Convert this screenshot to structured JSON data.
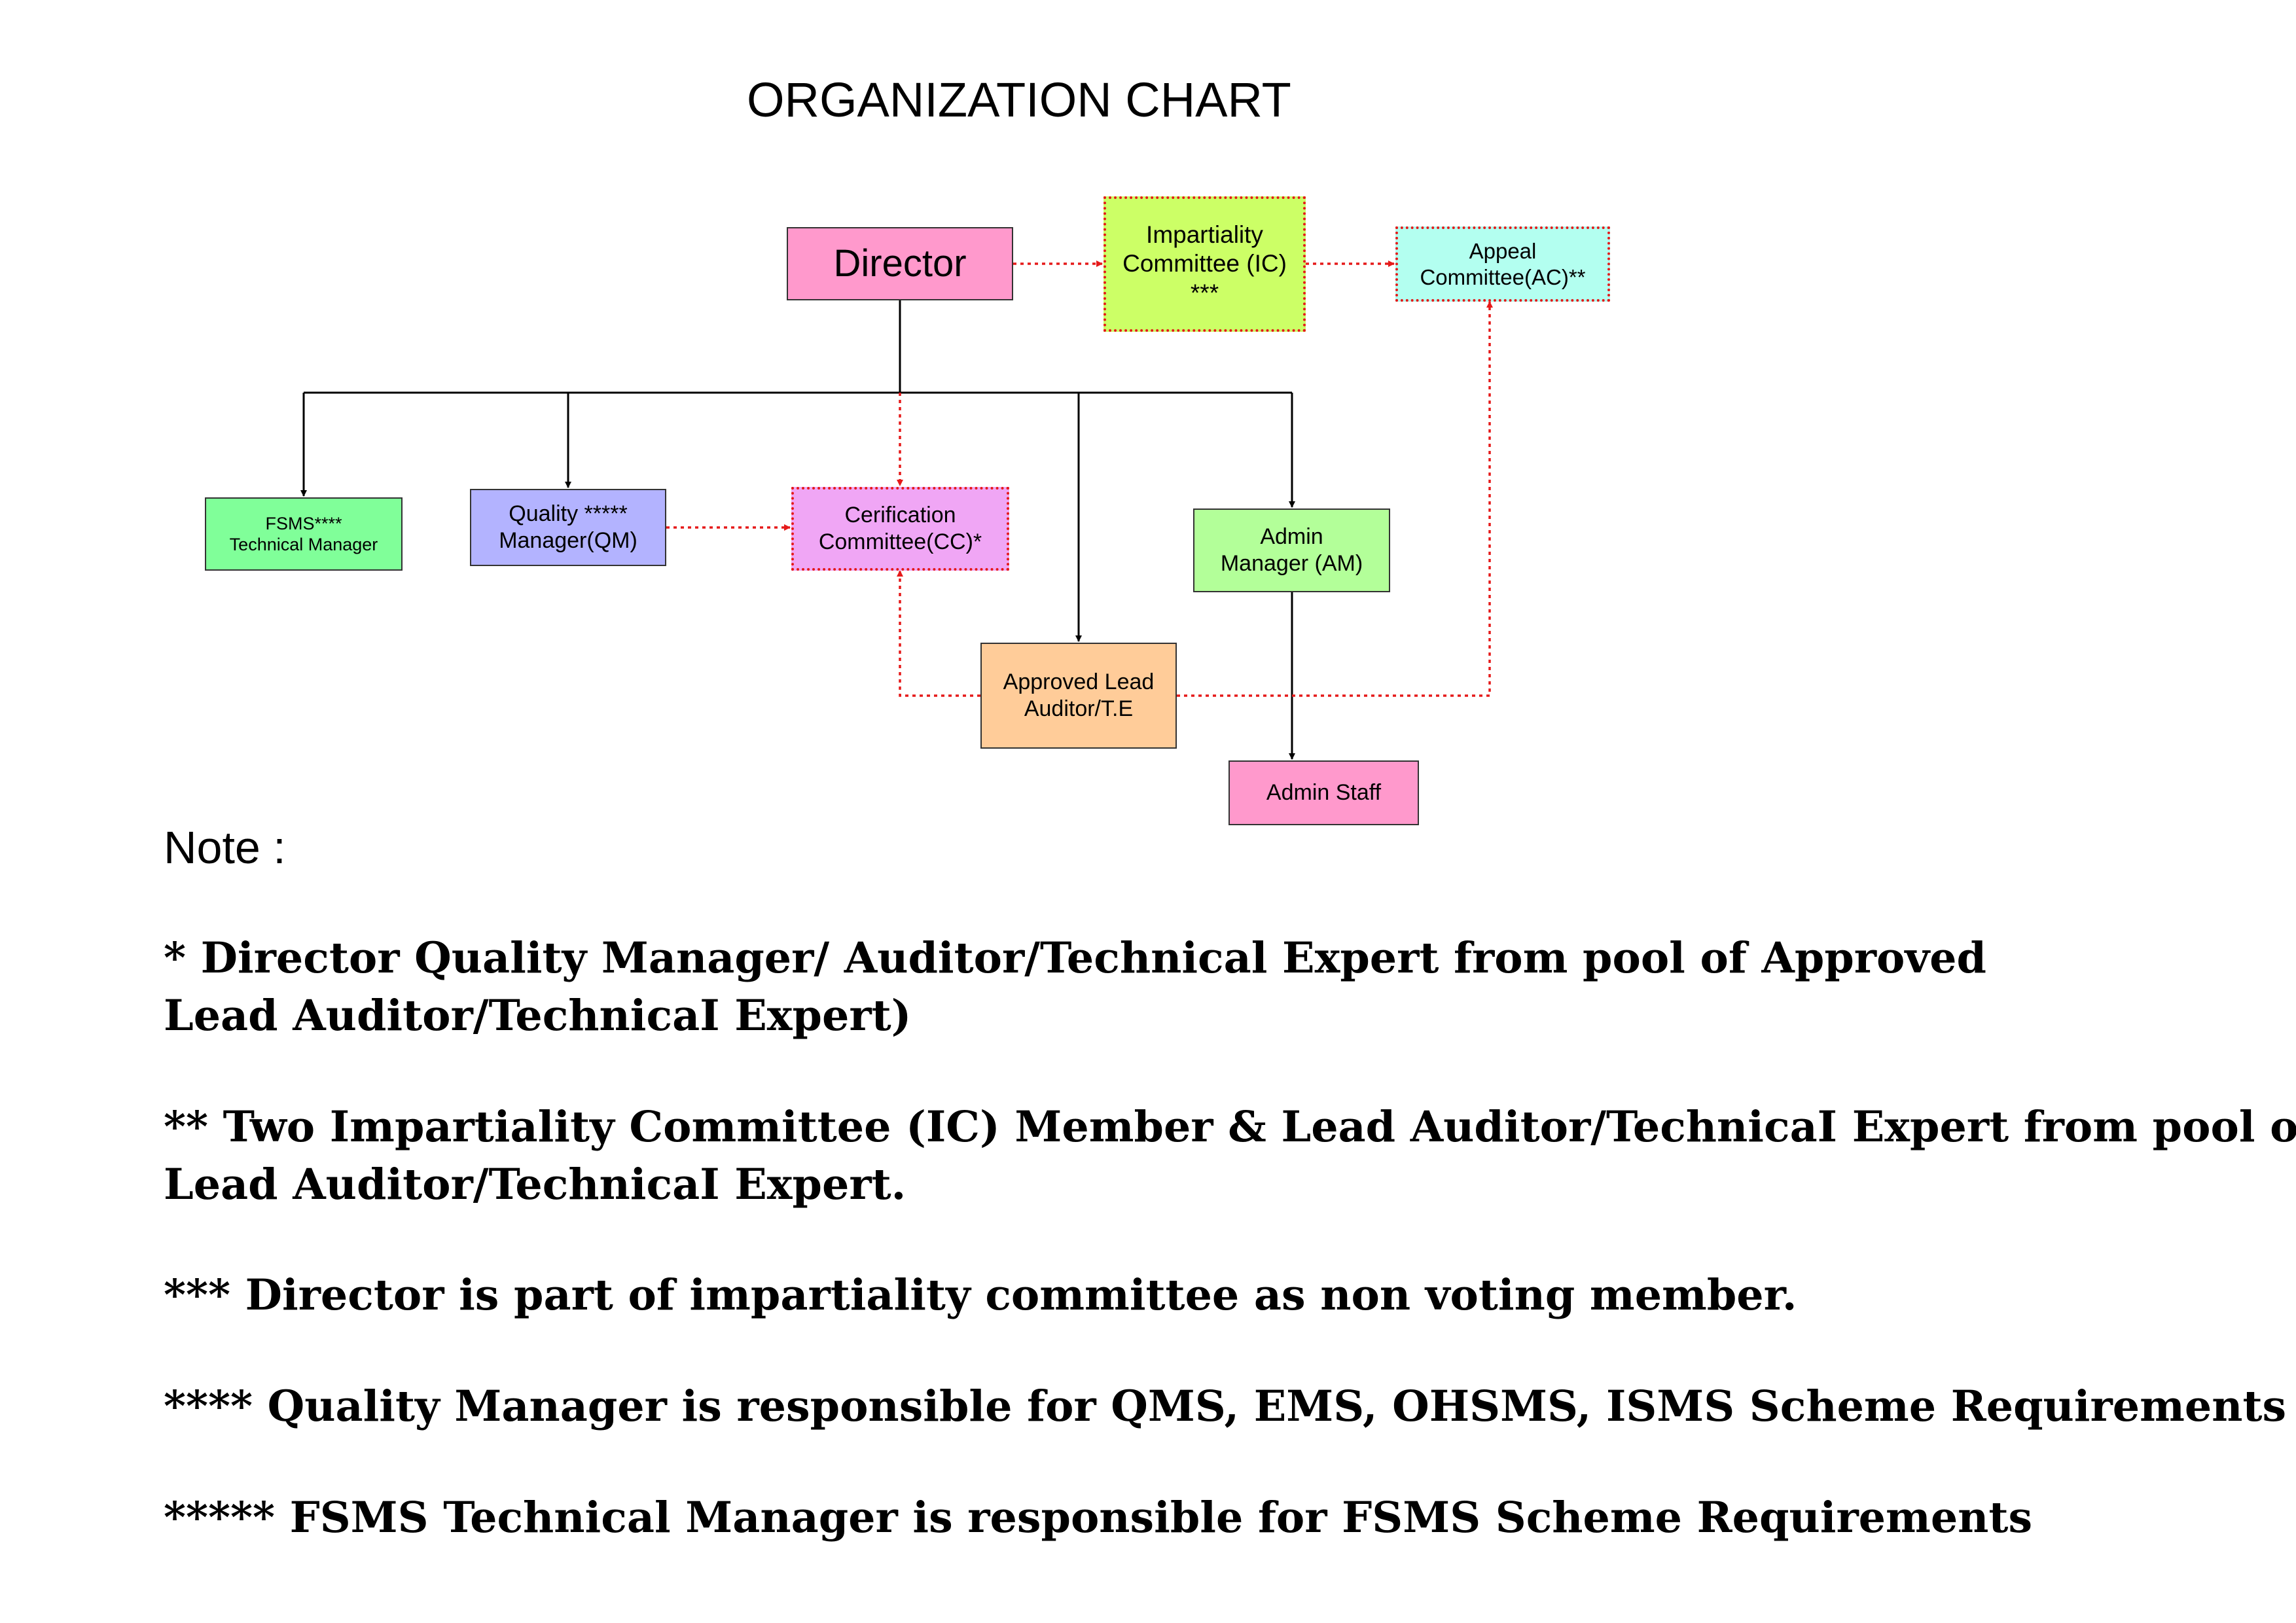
{
  "title": "ORGANIZATION CHART",
  "colors": {
    "director": "#ff99cc",
    "impartiality_committee": "#ccff66",
    "appeal_committee": "#b3fff0",
    "fsms_manager": "#80ff99",
    "quality_manager": "#b3b3ff",
    "certification_committee": "#f0a6f5",
    "admin_manager": "#b3ff99",
    "lead_auditor": "#ffcc99",
    "admin_staff": "#ff99cc",
    "dotted_line": "#e51a1a",
    "solid_line": "#000000"
  },
  "nodes": {
    "director": {
      "lines": [
        "Director"
      ]
    },
    "impartiality_committee": {
      "lines": [
        "Impartiality",
        "Committee (IC)",
        "***"
      ]
    },
    "appeal_committee": {
      "lines": [
        "Appeal",
        "Committee(AC)**"
      ]
    },
    "fsms_manager": {
      "lines": [
        "FSMS****",
        "Technical Manager"
      ]
    },
    "quality_manager": {
      "lines": [
        "Quality *****",
        "Manager(QM)"
      ]
    },
    "certification_committee": {
      "lines": [
        "Cerification",
        "Committee(CC)*"
      ]
    },
    "admin_manager": {
      "lines": [
        "Admin",
        "Manager (AM)"
      ]
    },
    "lead_auditor": {
      "lines": [
        "Approved Lead",
        "Auditor/T.E"
      ]
    },
    "admin_staff": {
      "lines": [
        "Admin Staff"
      ]
    }
  },
  "note_heading": "Note :",
  "notes": [
    {
      "lines": [
        "* Director Quality Manager/ Auditor/Technical Expert from pool of Approved",
        "Lead Auditor/TechnicaI Expert)"
      ]
    },
    {
      "lines": [
        "** Two Impartiality Committee (IC) Member & Lead Auditor/TechnicaI Expert from pool of",
        "Lead Auditor/TechnicaI Expert."
      ]
    },
    {
      "lines": [
        "*** Director is part of impartiality committee as non voting member."
      ]
    },
    {
      "lines": [
        "**** Quality Manager is responsible for QMS, EMS, OHSMS, ISMS Scheme Requirements"
      ]
    },
    {
      "lines": [
        "***** FSMS Technical Manager is responsible for FSMS Scheme Requirements"
      ]
    }
  ]
}
